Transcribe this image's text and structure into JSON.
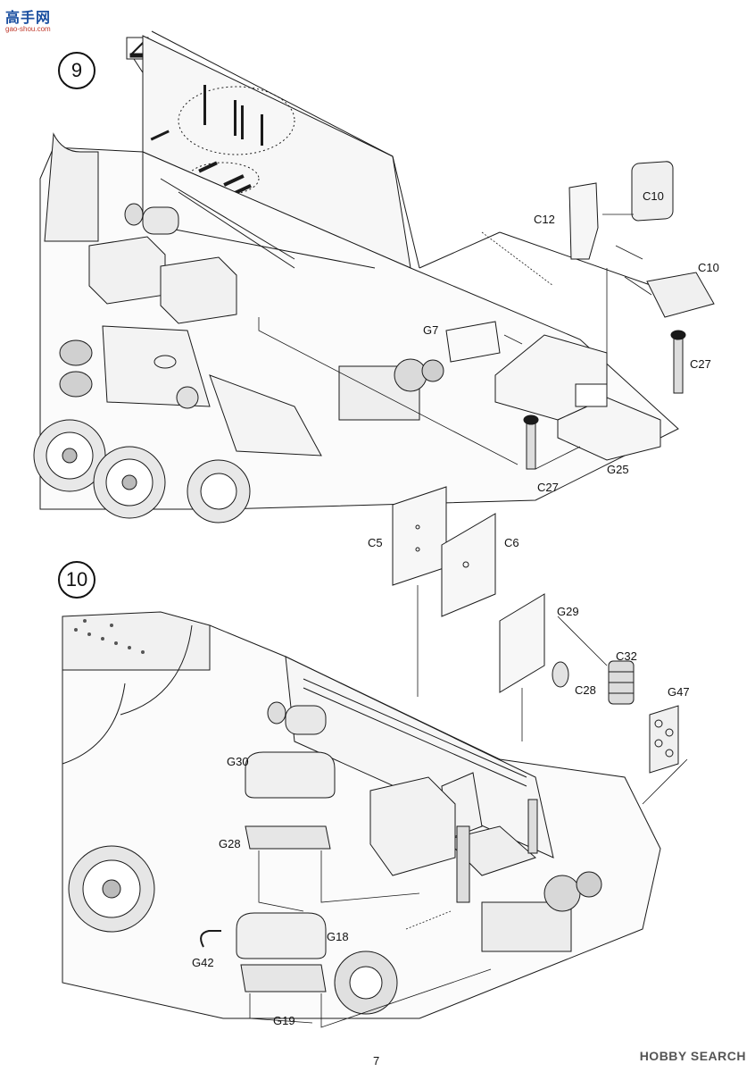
{
  "header": {
    "logo_text": "高手网",
    "logo_url": "gao-shou.com"
  },
  "steps": [
    {
      "number": "9"
    },
    {
      "number": "10"
    }
  ],
  "step9_parts": {
    "c12": "C12",
    "c10_top": "C10",
    "c10_bottom": "C10",
    "g7": "G7",
    "c27_right": "C27",
    "c27_bottom": "C27",
    "g25": "G25"
  },
  "step10_parts": {
    "c5": "C5",
    "c6": "C6",
    "g29": "G29",
    "c32": "C32",
    "c28": "C28",
    "g47": "G47",
    "g30": "G30",
    "g28": "G28",
    "g18": "G18",
    "g42": "G42",
    "g19": "G19"
  },
  "footer": {
    "page_number": "7",
    "watermark": "HOBBY SEARCH"
  },
  "colors": {
    "line": "#1a1a1a",
    "fill_light": "#f2f2f2",
    "fill_mid": "#dcdcdc",
    "fill_dark": "#3a3a3a"
  }
}
